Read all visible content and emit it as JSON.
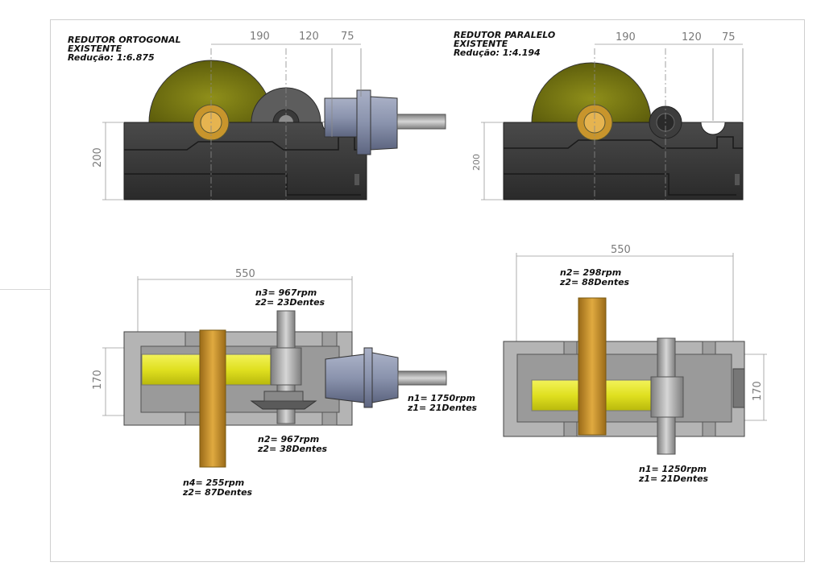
{
  "views": {
    "orthogonal": {
      "title": [
        "REDUTOR ORTOGONAL",
        "EXISTENTE",
        "Redução: 1:6.875"
      ],
      "dims": {
        "d1": "190",
        "d2": "120",
        "d3": "75",
        "height": "200",
        "length": "550",
        "width": "170"
      },
      "notes": {
        "n3": [
          "n3= 967rpm",
          "z2= 23Dentes"
        ],
        "n1": [
          "n1= 1750rpm",
          "z1= 21Dentes"
        ],
        "n2": [
          "n2= 967rpm",
          "z2= 38Dentes"
        ],
        "n4": [
          "n4= 255rpm",
          "z2= 87Dentes"
        ]
      }
    },
    "parallel": {
      "title": [
        "REDUTOR PARALELO",
        "EXISTENTE",
        "Redução: 1:4.194"
      ],
      "dims": {
        "d1": "190",
        "d2": "120",
        "d3": "75",
        "height": "200",
        "length": "550",
        "width": "170"
      },
      "notes": {
        "n2": [
          "n2= 298rpm",
          "z2= 88Dentes"
        ],
        "n1": [
          "n1= 1250rpm",
          "z1= 21Dentes"
        ]
      }
    }
  },
  "colors": {
    "housing": "#3b3b3b",
    "housing_light": "#a8a8a8",
    "gear_olive": "#7d7d12",
    "gear_yellow": "#e6e62a",
    "shaft_gold": "#c8952c",
    "motor_blue": "#8a93ad",
    "shaft_grey": "#9a9a9a",
    "dim_line": "#9a9a9a"
  }
}
